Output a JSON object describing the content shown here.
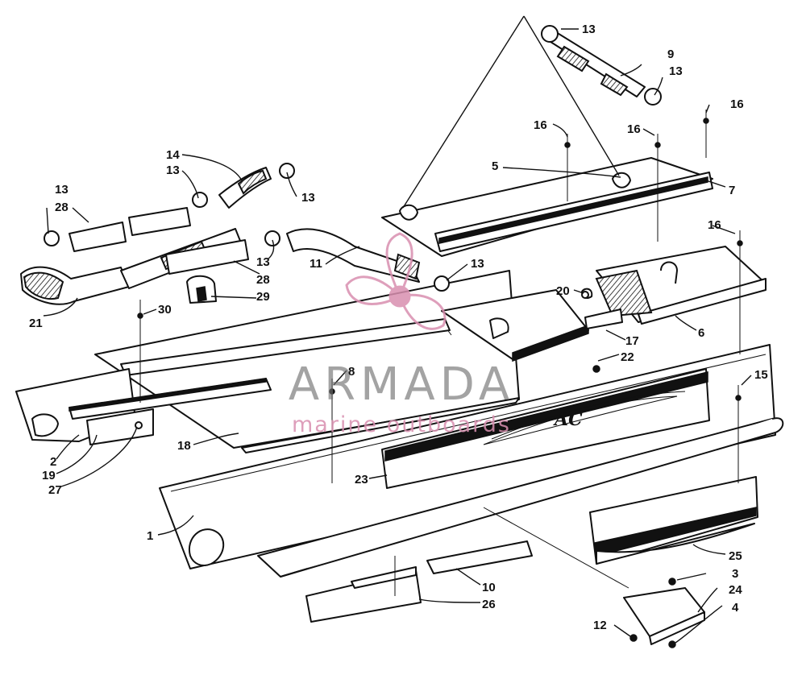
{
  "callouts": [
    {
      "id": "c1",
      "text": "13"
    },
    {
      "id": "c2",
      "text": "9"
    },
    {
      "id": "c3",
      "text": "13"
    },
    {
      "id": "c4",
      "text": "16"
    },
    {
      "id": "c5",
      "text": "16"
    },
    {
      "id": "c6",
      "text": "16"
    },
    {
      "id": "c7",
      "text": "14"
    },
    {
      "id": "c8",
      "text": "13"
    },
    {
      "id": "c9",
      "text": "5"
    },
    {
      "id": "c10",
      "text": "7"
    },
    {
      "id": "c11",
      "text": "13"
    },
    {
      "id": "c12",
      "text": "13"
    },
    {
      "id": "c13",
      "text": "28"
    },
    {
      "id": "c14",
      "text": "16"
    },
    {
      "id": "c15",
      "text": "13"
    },
    {
      "id": "c16",
      "text": "11"
    },
    {
      "id": "c17",
      "text": "13"
    },
    {
      "id": "c18",
      "text": "28"
    },
    {
      "id": "c19",
      "text": "29"
    },
    {
      "id": "c20",
      "text": "20"
    },
    {
      "id": "c21",
      "text": "21"
    },
    {
      "id": "c22",
      "text": "30"
    },
    {
      "id": "c23",
      "text": "6"
    },
    {
      "id": "c24",
      "text": "17"
    },
    {
      "id": "c25",
      "text": "22"
    },
    {
      "id": "c26",
      "text": "8"
    },
    {
      "id": "c27",
      "text": "15"
    },
    {
      "id": "c28",
      "text": "2"
    },
    {
      "id": "c29",
      "text": "19"
    },
    {
      "id": "c30",
      "text": "27"
    },
    {
      "id": "c31",
      "text": "18"
    },
    {
      "id": "c32",
      "text": "23"
    },
    {
      "id": "c33",
      "text": "1"
    },
    {
      "id": "c34",
      "text": "25"
    },
    {
      "id": "c35",
      "text": "10"
    },
    {
      "id": "c36",
      "text": "26"
    },
    {
      "id": "c37",
      "text": "3"
    },
    {
      "id": "c38",
      "text": "24"
    },
    {
      "id": "c39",
      "text": "4"
    },
    {
      "id": "c40",
      "text": "12"
    }
  ],
  "watermark": {
    "brand": "ARMADA",
    "tagline": "marine outboards",
    "color": "#d98fb0"
  },
  "decal_text": "AC"
}
